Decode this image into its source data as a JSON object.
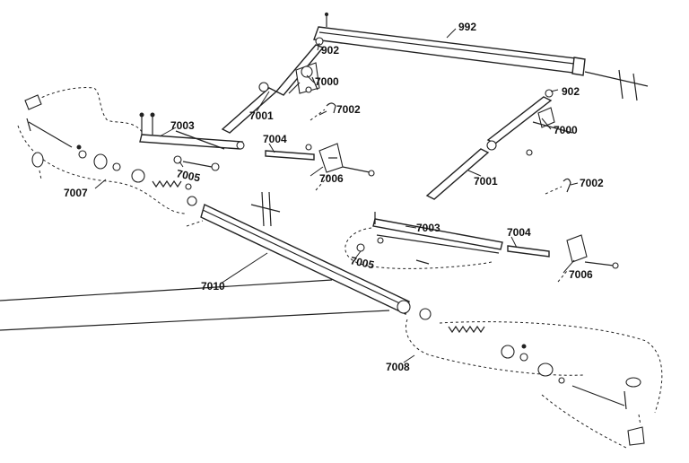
{
  "labels": {
    "p992": "992",
    "p902_top": "902",
    "p902_right": "902",
    "p7000_top": "7000",
    "p7000_right": "7000",
    "p7001_left": "7001",
    "p7001_right": "7001",
    "p7002_top": "7002",
    "p7002_right": "7002",
    "p7003_left": "7003",
    "p7003_right": "7003",
    "p7004_left": "7004",
    "p7004_right": "7004",
    "p7005_left": "7005",
    "p7005_right": "7005",
    "p7006_left": "7006",
    "p7006_right": "7006",
    "p7007": "7007",
    "p7008": "7008",
    "p7010": "7010"
  },
  "colors": {
    "ink": "#222222",
    "paper": "#ffffff"
  }
}
